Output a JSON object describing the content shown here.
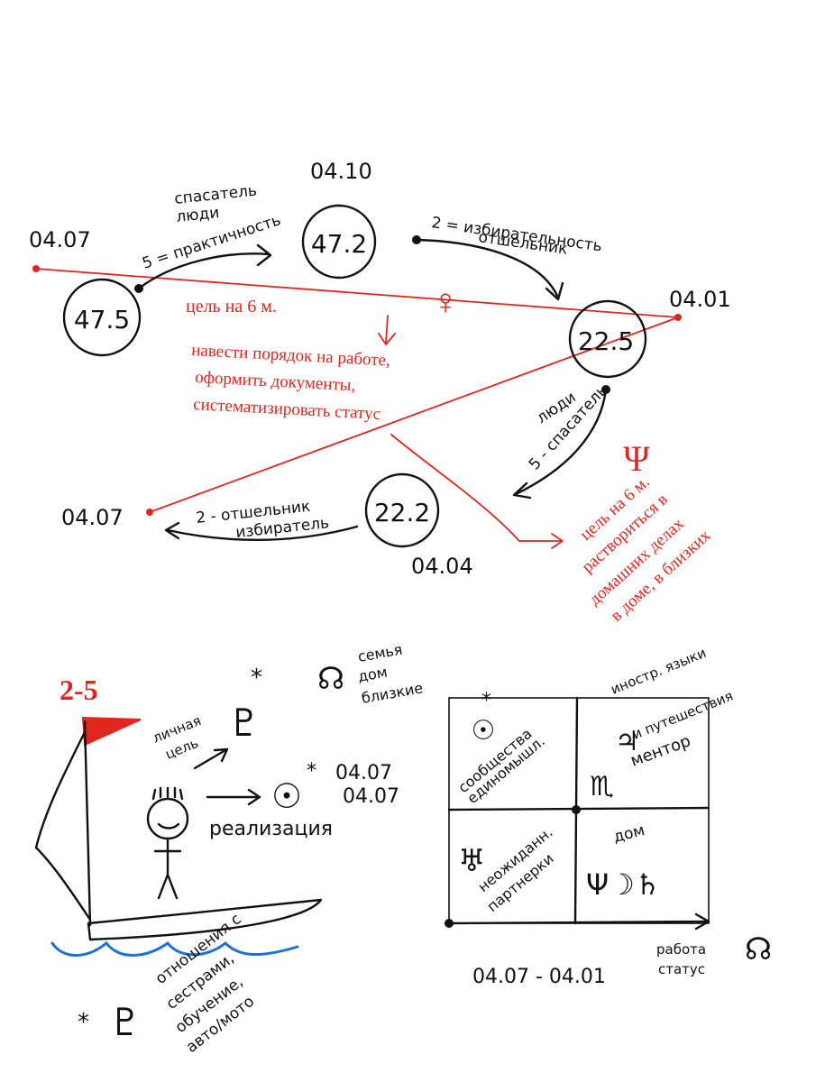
{
  "colors": {
    "ink": "#111111",
    "accent_red": "#e0261f",
    "water_blue": "#1e6fd9"
  },
  "top": {
    "date_top_left": "04.07",
    "date_top_center": "04.10",
    "date_right": "04.01",
    "date_bottom_left": "04.07",
    "date_bottom_center": "04.04",
    "node_a": "47.5",
    "node_b": "47.2",
    "node_c": "22.5",
    "node_d": "22.2",
    "label_ab_line1": "спасатель",
    "label_ab_line2": "люди",
    "label_ab_line3": "5 = практичность",
    "label_bc_line1": "2 = избирательность",
    "label_bc_line2": "отшельник",
    "label_cd_line1": "люди",
    "label_cd_line2": "5 - спасатель",
    "label_d_line1": "2 - отшельник",
    "label_d_line2": "избиратель",
    "goal_title": "цель на 6 м.",
    "goal_line1": "навести порядок на работе,",
    "goal_line2": "оформить документы,",
    "goal_line3": "систематизировать статус",
    "neptune_goal_line1": "цель на 6 м.",
    "neptune_goal_line2": "раствориться в",
    "neptune_goal_line3": "домашних делах",
    "neptune_goal_line4": "в доме, в близких",
    "venus_symbol": "♀",
    "neptune_symbol": "Ψ"
  },
  "bottom_left": {
    "number_label": "2-5",
    "pluto_symbol": "♇",
    "star": "*",
    "personal_goal_line1": "личная",
    "personal_goal_line2": "цель",
    "sun_symbol": "☉",
    "date1": "04.07",
    "date2": "04.07",
    "realization": "реализация",
    "relations_line1": "отношения с",
    "relations_line2": "сестрами,",
    "relations_line3": "обучение,",
    "relations_line4": "авто/мото",
    "bottom_star": "*",
    "bottom_pluto": "♇"
  },
  "bottom_right": {
    "node_symbol": "☊",
    "family_line1": "семья",
    "family_line2": "дом",
    "family_line3": "близкие",
    "star": "*",
    "q1_line1": "сообщества",
    "q1_line2": "единомышл.",
    "q1_symbol": "☉",
    "q2_top1": "иностр. языки",
    "q2_top2": "и путешествия",
    "q2_symbol": "♃",
    "q2_line": "ментор",
    "q2_sign": "♏",
    "q3_symbol": "♅",
    "q3_line1": "неожиданн.",
    "q3_line2": "партнерки",
    "q4_line1": "дом",
    "q4_symbols": "Ψ☽♄",
    "x_range": "04.07 - 04.01",
    "work_line1": "работа",
    "work_line2": "статус",
    "work_symbol": "☊"
  }
}
